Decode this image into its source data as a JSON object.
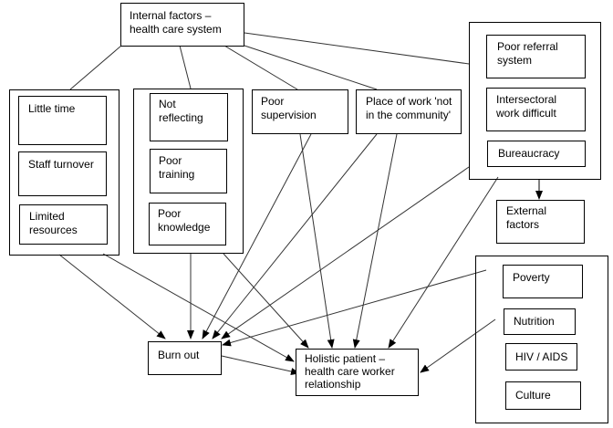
{
  "diagram": {
    "internal_factors": "Internal factors –\nhealth care system",
    "groups": {
      "resources": {
        "items": [
          "Little time",
          "Staff turnover",
          "Limited\nresources"
        ]
      },
      "competence": {
        "items": [
          "Not\nreflecting",
          "Poor\ntraining",
          "Poor\nknowledge"
        ]
      },
      "poor_supervision": "Poor\nsupervision",
      "place_of_work": "Place of work 'not\nin the community'",
      "system": {
        "items": [
          "Poor referral\nsystem",
          "Intersectoral\nwork difficult",
          "Bureaucracy"
        ]
      },
      "external_factors": "External\nfactors",
      "external": {
        "items": [
          "Poverty",
          "Nutrition",
          "HIV / AIDS",
          "Culture"
        ]
      }
    },
    "burn_out": "Burn out",
    "outcome": "Holistic patient –\nhealth care worker\nrelationship"
  }
}
